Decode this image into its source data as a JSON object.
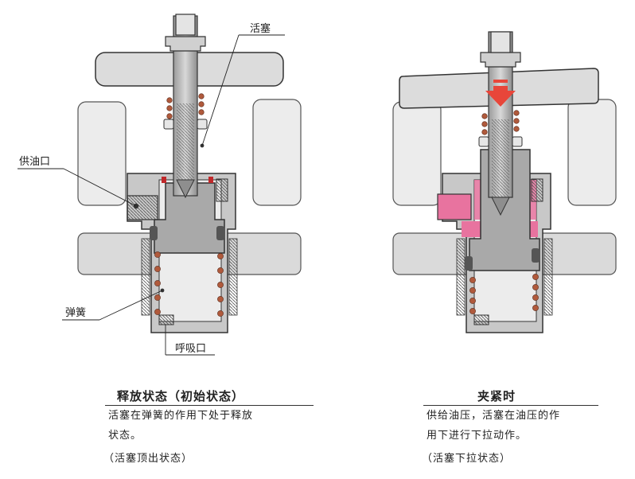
{
  "labels": {
    "piston": "活塞",
    "oil_port": "供油口",
    "spring": "弹簧",
    "breather": "呼吸口"
  },
  "left_caption": {
    "title": "释放状态（初始状态）",
    "line1": "活塞在弹簧的作用下处于释放",
    "line2": "状态。",
    "note": "（活塞顶出状态）"
  },
  "right_caption": {
    "title": "夹紧时",
    "line1": "供给油压，活塞在油压的作",
    "line2": "用下进行下拉动作。",
    "note": "（活塞下拉状态）"
  },
  "colors": {
    "body": "#c8c8c8",
    "body_light": "#d9d9d9",
    "bore": "#ececec",
    "piston": "#a9a9a9",
    "outline": "#333333",
    "spring": "#b05a3c",
    "oil": "#e8739f",
    "arrow": "#e8463a"
  }
}
